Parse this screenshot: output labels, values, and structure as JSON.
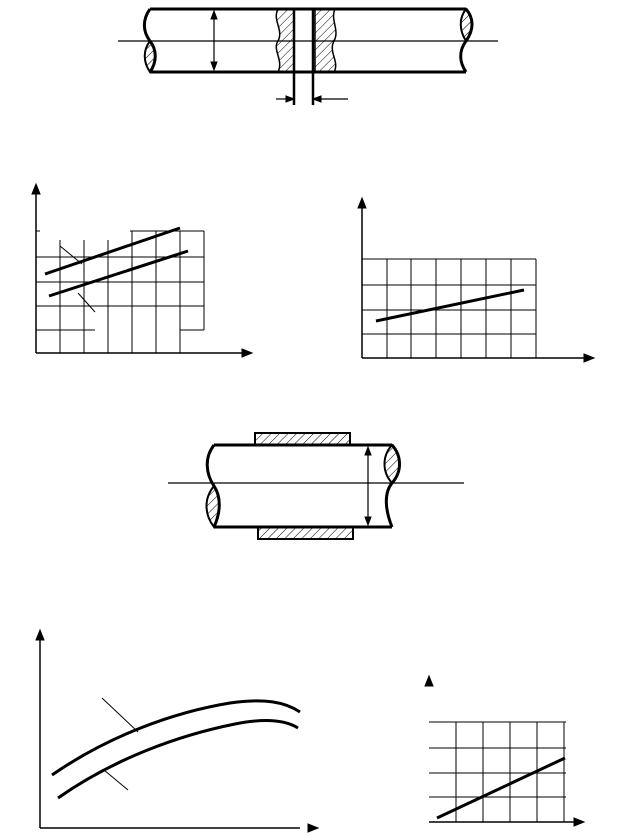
{
  "figure": {
    "labels": [],
    "ink_color": "#000000",
    "background_color": "#ffffff"
  },
  "pipe_with_gap": {
    "has_hatched_ends": true,
    "has_gap_dimension": true
  },
  "grid_chart_two_lines": {
    "grid_columns": 7,
    "grid_rows": 5,
    "lines": 2
  },
  "grid_chart_one_line": {
    "grid_columns": 7,
    "grid_rows": 4,
    "lines": 1
  },
  "pipe_with_sleeve": {
    "has_hatched_sleeve": true,
    "has_diameter_dimension": true
  },
  "curve_chart": {
    "curves": 2
  },
  "grid_chart_small": {
    "grid_columns": 5,
    "grid_rows": 4,
    "lines": 1
  }
}
